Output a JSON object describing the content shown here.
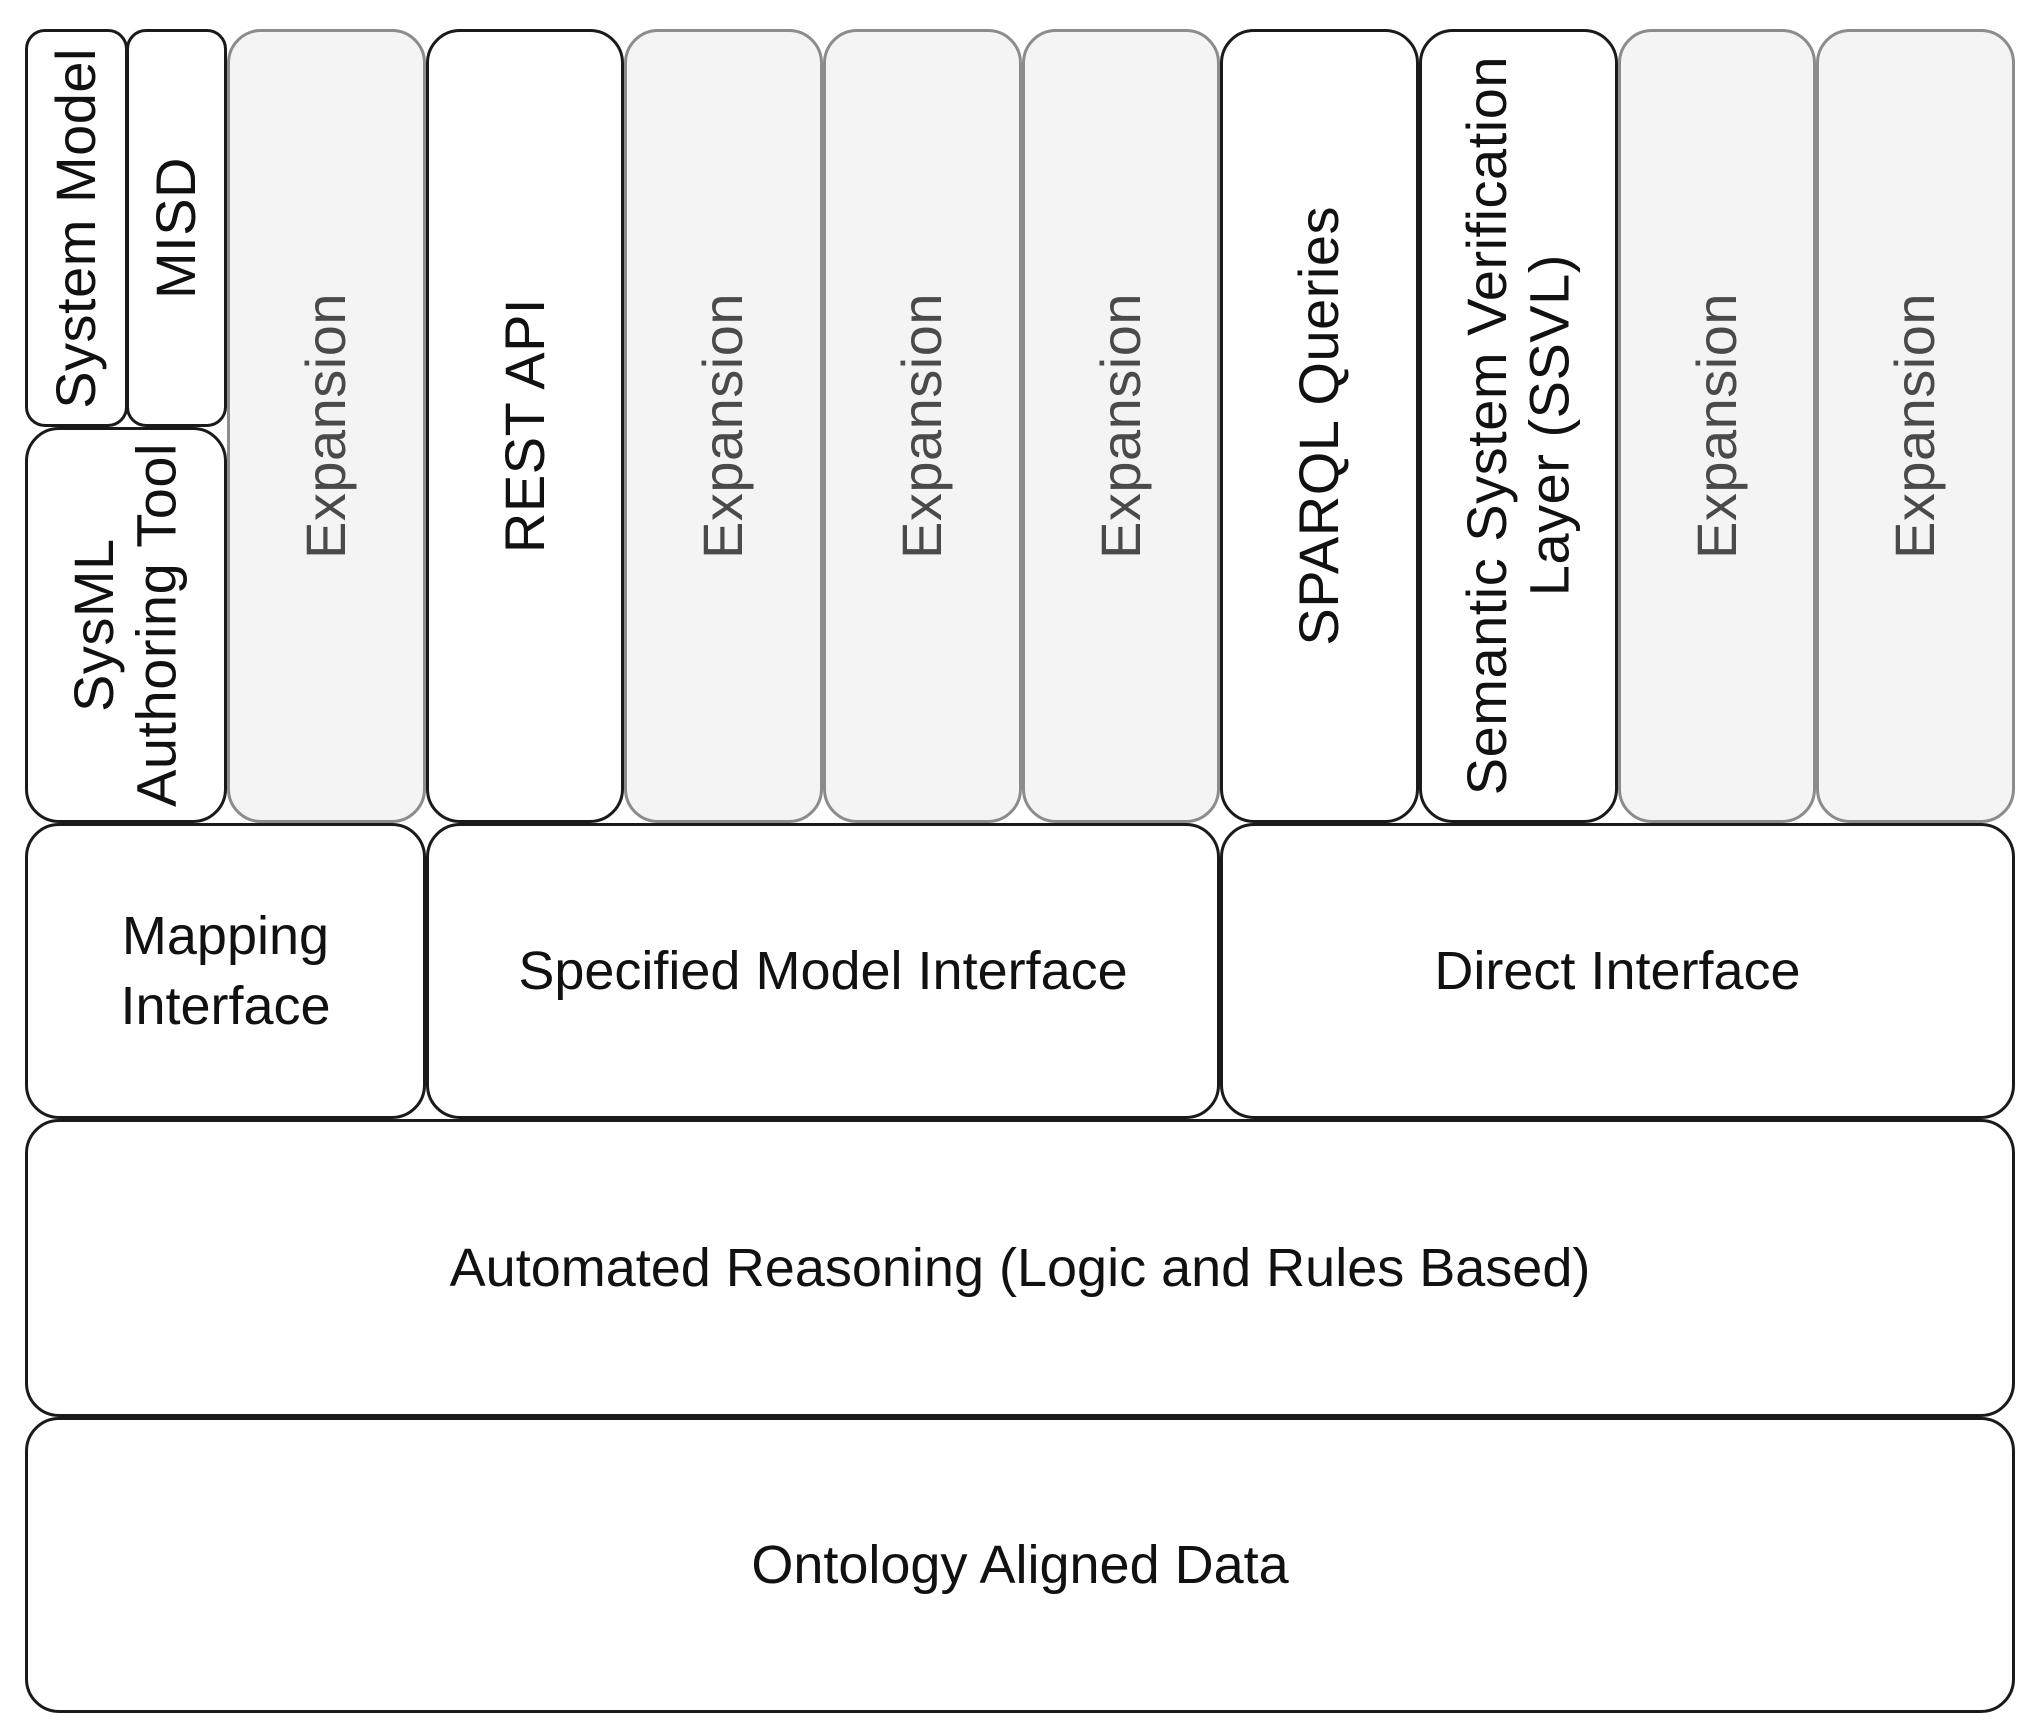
{
  "top_row": {
    "system_model": "System Model",
    "misd": "MISD",
    "sysml_authoring_tool": "SysML\nAuthoring Tool",
    "columns": [
      "Expansion",
      "REST API",
      "Expansion",
      "Expansion",
      "Expansion",
      "SPARQL Queries",
      "Semantic System Verification\nLayer (SSVL)",
      "Expansion",
      "Expansion"
    ]
  },
  "interface_row": {
    "mapping_interface": "Mapping\nInterface",
    "specified_model_interface": "Specified Model Interface",
    "direct_interface": "Direct Interface"
  },
  "reasoning_layer": "Automated Reasoning (Logic and Rules Based)",
  "data_layer": "Ontology Aligned Data"
}
